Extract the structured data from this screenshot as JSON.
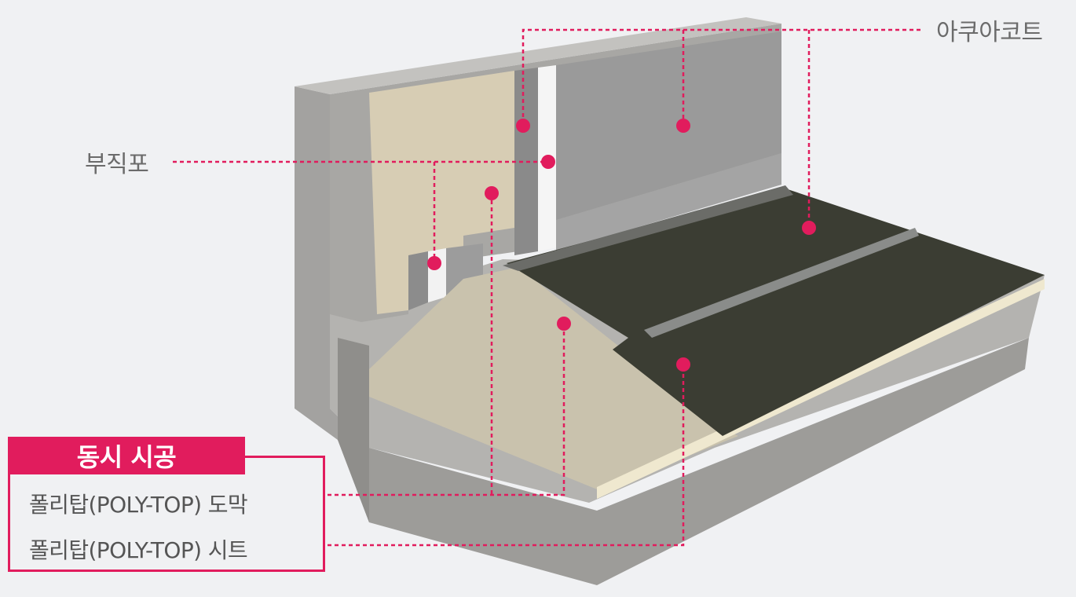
{
  "labels": {
    "top_right": "아쿠아코트",
    "left": "부직포"
  },
  "legend": {
    "header": "동시 시공",
    "items": [
      "폴리탑(POLY-TOP) 도막",
      "폴리탑(POLY-TOP) 시트"
    ]
  },
  "colors": {
    "accent": "#e11c5d",
    "concrete": "#a9a9a7",
    "sheet": "#3b3d33",
    "felt": "#d7cdb4",
    "wall_panel": "#9a9a9a",
    "background": "#f0f1f3"
  }
}
